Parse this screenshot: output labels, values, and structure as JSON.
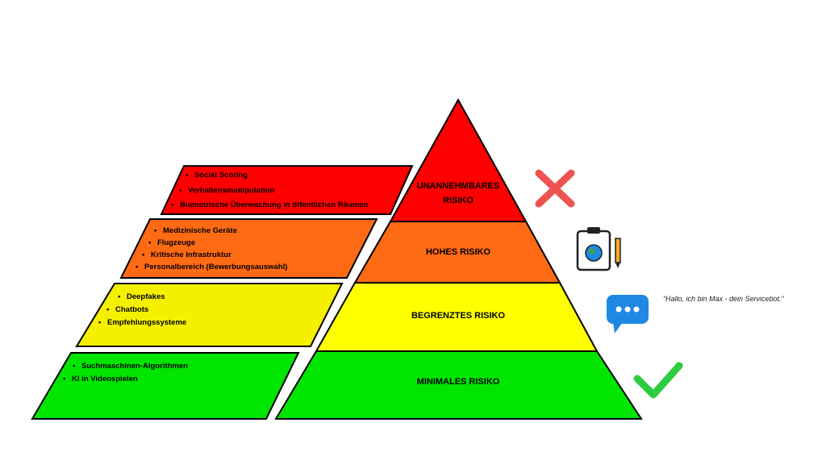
{
  "pyramid": {
    "layers": [
      {
        "label": "UNANNEHMBARES RISIKO",
        "color": "#ff0000"
      },
      {
        "label": "HOHES RISIKO",
        "color": "#ff6a14"
      },
      {
        "label": "BEGRENZTES RISIKO",
        "color": "#ffff00"
      },
      {
        "label": "MINIMALES RISIKO",
        "color": "#00e600"
      }
    ]
  },
  "examples": {
    "unacceptable": [
      "Social Scoring",
      "Verhaltensmanipulation",
      "Biometrische Überwachung in öffentlichen Räumen"
    ],
    "high": [
      "Medizinische Geräte",
      "Flugzeuge",
      "Kritische Infrastruktur",
      "Personalbereich (Bewerbungsauswahl)"
    ],
    "limited": [
      "Deepfakes",
      "Chatbots",
      "Empfehlungssysteme"
    ],
    "minimal": [
      "Suchmaschinen-Algorithmen",
      "KI in Videospielen"
    ]
  },
  "outcomes": {
    "chatbot_quote": "“Hallo, ich bin Max - dein Servicebot.”"
  },
  "icons": {
    "unacceptable": "red-x-icon",
    "high": "clipboard-icon",
    "limited": "chat-bubble-icon",
    "minimal": "green-check-icon"
  },
  "colors": {
    "red": "#ff0000",
    "orange": "#ff6a14",
    "yellow": "#ffff00",
    "green": "#00e600",
    "yellow_panel": "#f5ef00",
    "chat_blue": "#1e88e5",
    "x_red": "#ef5350",
    "check_green": "#2ecc40"
  }
}
